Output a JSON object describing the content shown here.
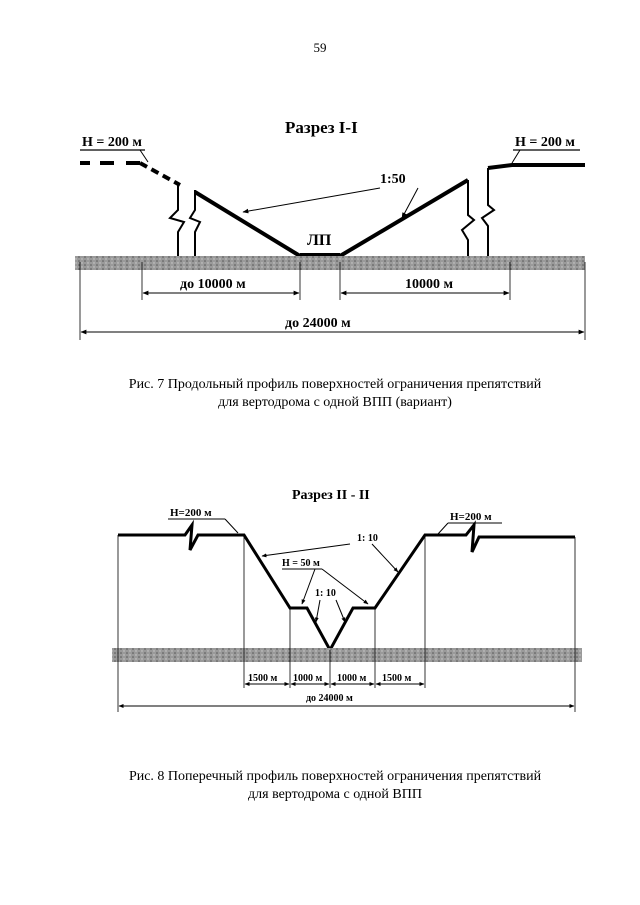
{
  "page_number": "59",
  "figure7": {
    "section_title": "Разрез I-I",
    "h_left": "Н = 200 м",
    "h_right": "Н = 200 м",
    "slope": "1:50",
    "runway_label": "ЛП",
    "dim_left": "до 10000 м",
    "dim_right": "10000 м",
    "dim_total": "до 24000 м",
    "caption_line1": "Рис. 7  Продольный профиль поверхностей ограничения препятствий",
    "caption_line2": "для вертодрома с одной ВПП (вариант)"
  },
  "figure8": {
    "section_title": "Разрез II - II",
    "h_left": "Н=200 м",
    "h_right": "Н=200 м",
    "slope_outer": "1: 10",
    "h_mid": "Н = 50 м",
    "slope_inner": "1: 10",
    "dim_1": "1500 м",
    "dim_2": "1000 м",
    "dim_3": "1000 м",
    "dim_4": "1500 м",
    "dim_total": "до 24000 м",
    "caption_line1": "Рис. 8 Поперечный профиль поверхностей ограничения препятствий",
    "caption_line2": "для вертодрома с одной ВПП"
  }
}
